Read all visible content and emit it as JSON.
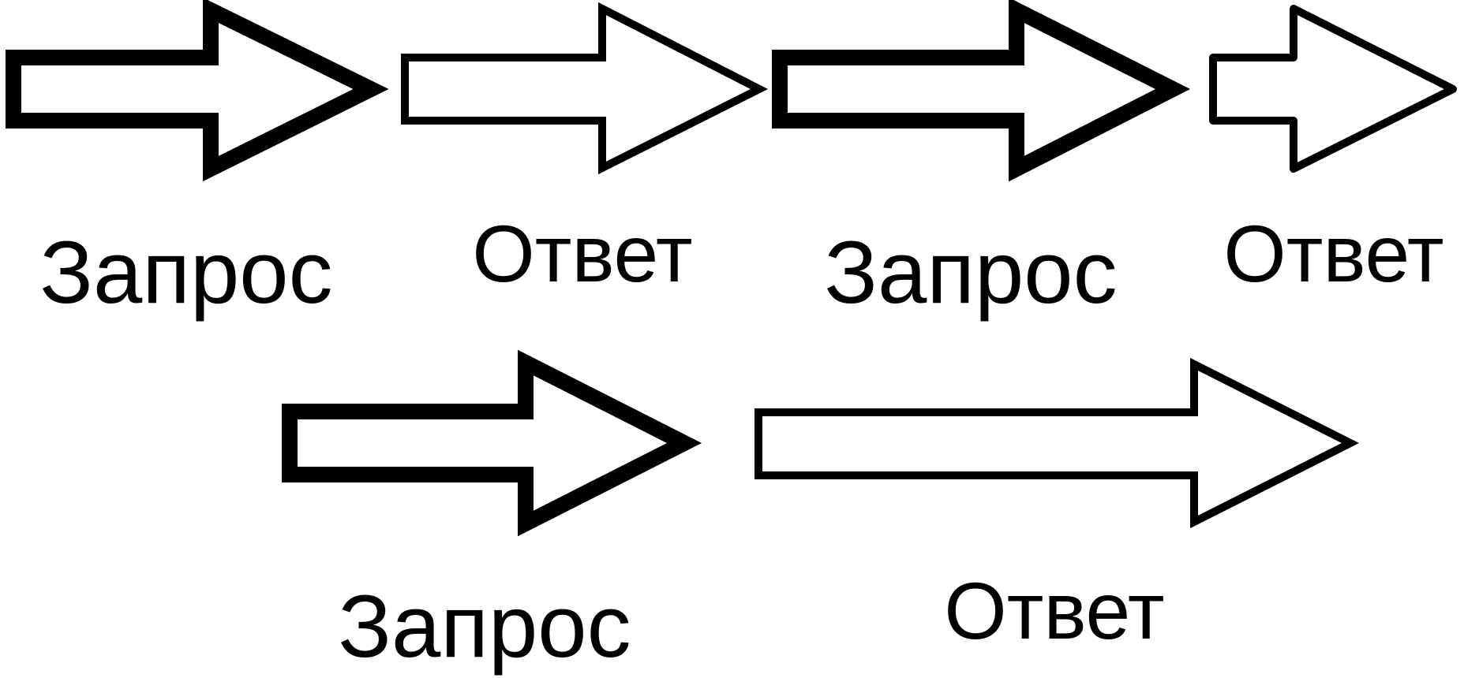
{
  "diagram": {
    "labels": {
      "request_1": "Запрос",
      "response_1": "Ответ",
      "request_2": "Запрос",
      "response_2": "Ответ",
      "request_3": "Запрос",
      "response_3": "Ответ"
    },
    "colors": {
      "stroke": "#000000",
      "fill": "#ffffff"
    }
  }
}
